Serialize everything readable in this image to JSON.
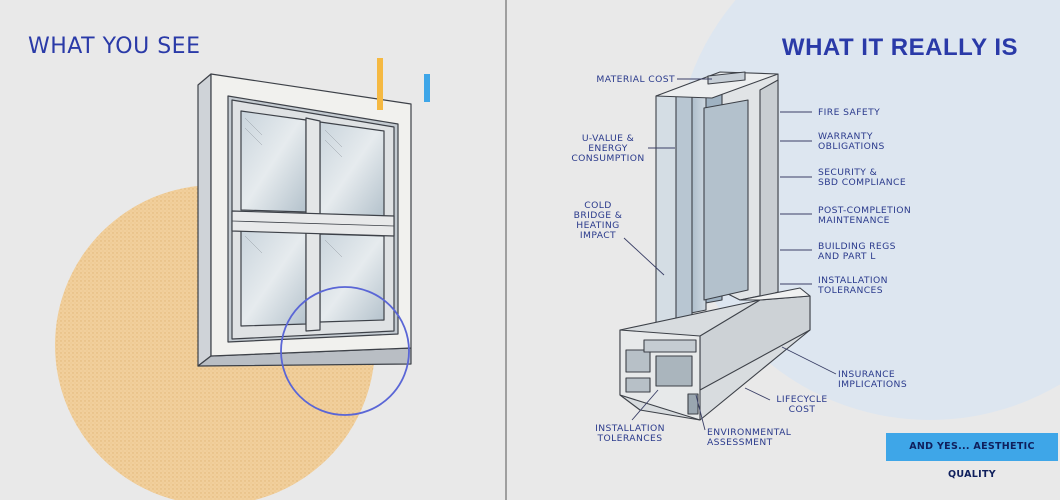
{
  "left_panel": {
    "title": "WHAT YOU SEE"
  },
  "right_panel": {
    "title": "WHAT IT REALLY IS",
    "labels": {
      "material_cost": "MATERIAL COST",
      "u_value": "U-VALUE &\nENERGY\nCONSUMPTION",
      "cold_bridge": "COLD\nBRIDGE &\nHEATING\nIMPACT",
      "installation_tolerances_bottom": "INSTALLATION\nTOLERANCES",
      "environmental_assessment": "ENVIRONMENTAL\nASSESSMENT",
      "lifecycle_cost": "LIFECYCLE\nCOST",
      "insurance_implications": "INSURANCE\nIMPLICATIONS",
      "fire_safety": "FIRE SAFETY",
      "warranty_obligations": "WARRANTY\nOBLIGATIONS",
      "security": "SECURITY &\nSBD COMPLIANCE",
      "post_completion": "POST-COMPLETION\nMAINTENANCE",
      "building_regs": "BUILDING REGS\nAND PART L",
      "installation_tolerances_right": "INSTALLATION\nTOLERANCES"
    },
    "badge": "AND YES... AESTHETIC QUALITY"
  },
  "colors": {
    "title_blue": "#2a3aa8",
    "badge_blue": "#3ea6e8",
    "accent_orange": "#f5b942",
    "sand_circle": "#f1cf9c",
    "light_blue_circle": "#dde6f0",
    "highlight_ring": "#5a66d6"
  }
}
